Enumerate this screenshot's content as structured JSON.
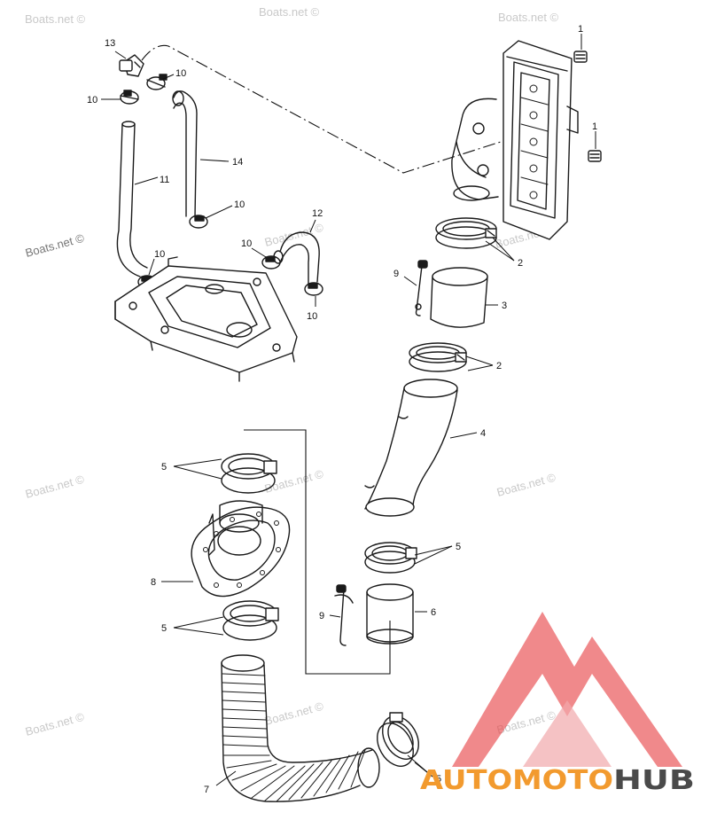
{
  "watermark": "Boats.net ©",
  "brand": {
    "part1": "AUTOMOTO",
    "part2": "HUB",
    "color_primary": "#f29a2e",
    "color_secondary": "#4a4a4a",
    "triangle_color": "#e8474a"
  },
  "callouts": {
    "c1a": "1",
    "c1b": "1",
    "c2a": "2",
    "c2b": "2",
    "c3": "3",
    "c4": "4",
    "c5a": "5",
    "c5b": "5",
    "c5c": "5",
    "c5d": "5",
    "c6": "6",
    "c7": "7",
    "c8": "8",
    "c9a": "9",
    "c9b": "9",
    "c10a": "10",
    "c10b": "10",
    "c10c": "10",
    "c10d": "10",
    "c10e": "10",
    "c10f": "10",
    "c11": "11",
    "c12": "12",
    "c13": "13",
    "c14": "14"
  }
}
